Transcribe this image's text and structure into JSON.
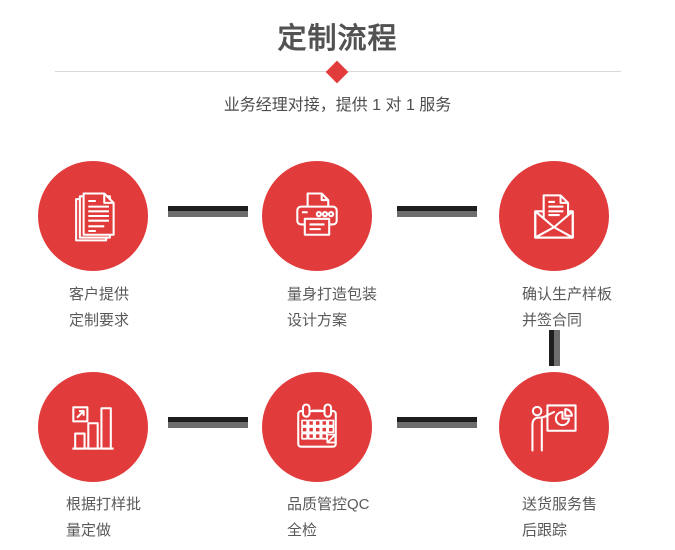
{
  "header": {
    "title": "定制流程",
    "subtitle": "业务经理对接，提供 1 对 1 服务"
  },
  "colors": {
    "accent_red": "#e23b3c",
    "connector_dark": "#1e1e1e",
    "connector_gray": "#6d6d6d",
    "title_gray": "#525252",
    "label_gray": "#595959",
    "divider_gray": "#d9d9d9"
  },
  "steps": [
    {
      "icon": "documents-icon",
      "label": [
        "客户提供",
        "定制要求"
      ]
    },
    {
      "icon": "printer-icon",
      "label": [
        "量身打造包装",
        "设计方案"
      ]
    },
    {
      "icon": "envelope-icon",
      "label": [
        "确认生产样板",
        "并签合同"
      ]
    },
    {
      "icon": "bar-chart-icon",
      "label": [
        "根据打样批",
        "量定做"
      ]
    },
    {
      "icon": "calendar-icon",
      "label": [
        "品质管控QC",
        "全检"
      ]
    },
    {
      "icon": "presentation-icon",
      "label": [
        "送货服务售",
        "后跟踪"
      ]
    }
  ]
}
